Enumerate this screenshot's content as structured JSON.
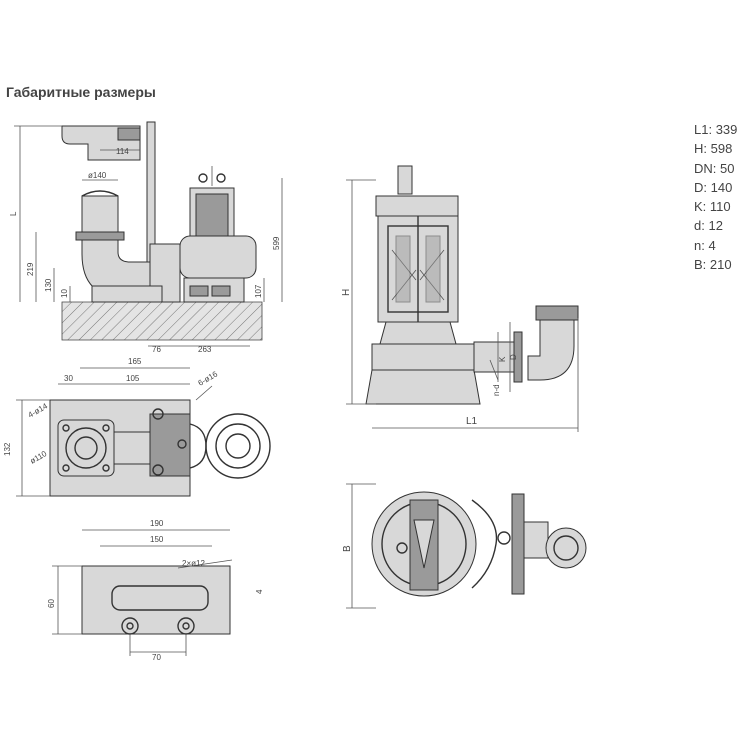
{
  "title": "Габаритные размеры",
  "specs": [
    {
      "label": "L1",
      "value": "339"
    },
    {
      "label": "H",
      "value": "598"
    },
    {
      "label": "DN",
      "value": "50"
    },
    {
      "label": "D",
      "value": "140"
    },
    {
      "label": "K",
      "value": "110"
    },
    {
      "label": "d",
      "value": "12"
    },
    {
      "label": "n",
      "value": "4"
    },
    {
      "label": "B",
      "value": "210"
    }
  ],
  "drawing_labels": {
    "side": {
      "L": "L",
      "d114": "114",
      "d140": "ø140",
      "d219": "219",
      "d130": "130",
      "d10": "10",
      "d599": "599",
      "d107": "107",
      "d76": "76",
      "d263": "263"
    },
    "plan": {
      "d165": "165",
      "d30": "30",
      "d105": "105",
      "d6x16": "6-ø16",
      "d4x14": "4-ø14",
      "d110": "ø110",
      "d132": "132"
    },
    "base": {
      "d190": "190",
      "d150": "150",
      "d2x12": "2×ø12",
      "d60": "60",
      "d4": "4",
      "d70": "70"
    },
    "pump": {
      "H": "H",
      "L1": "L1",
      "K": "K",
      "D": "D",
      "nd": "n-d",
      "B": "B"
    }
  }
}
